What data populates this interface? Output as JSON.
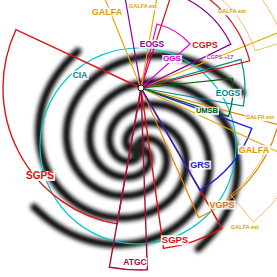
{
  "diagram": {
    "labels": [
      "GALFA",
      "GALFA ext",
      "GALFA ext",
      "EOGS",
      "CGPS",
      "OGS",
      "CGPS +17",
      "CIA",
      "EOGS",
      "UMSB",
      "GALFA ext",
      "GALFA",
      "SGPS",
      "VGPS",
      "GRS",
      "GALFA ext",
      "SGPS",
      "ATGC"
    ]
  }
}
